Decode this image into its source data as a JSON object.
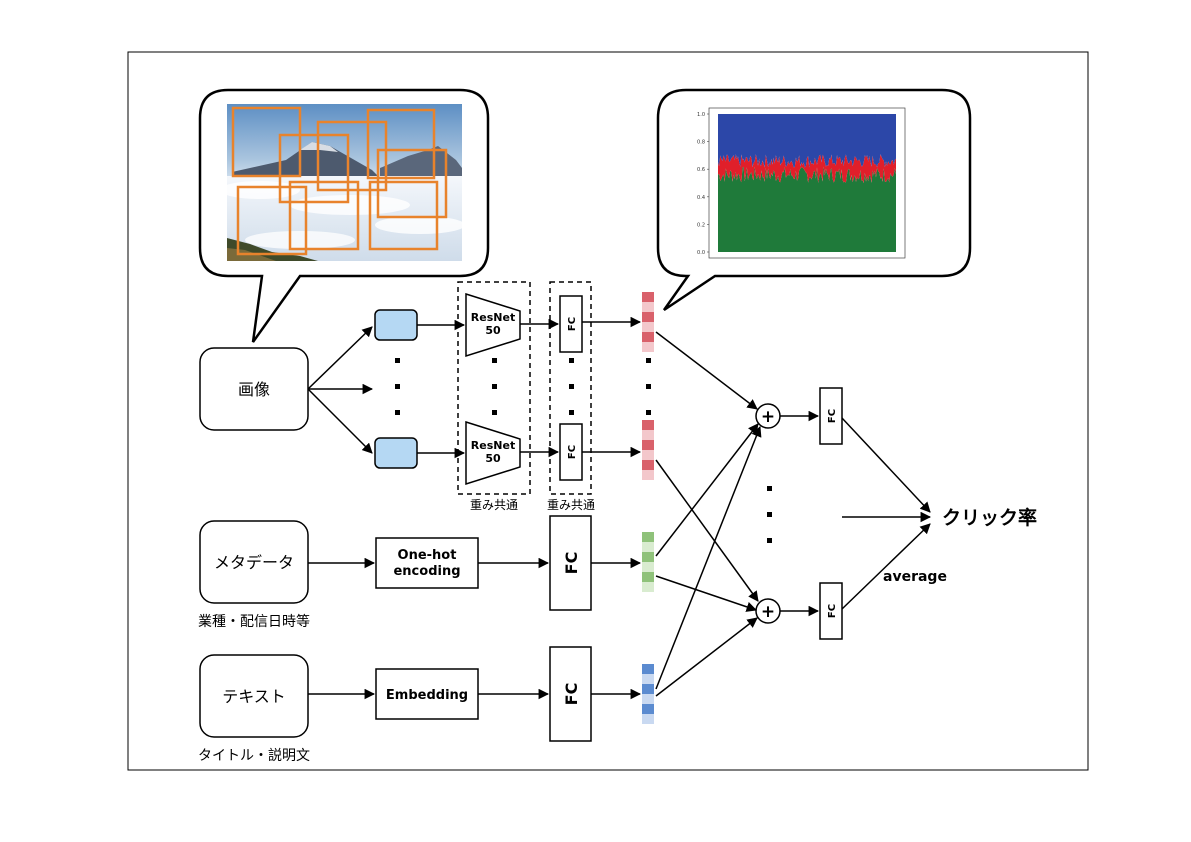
{
  "labels": {
    "image": "画像",
    "metadata": "メタデータ",
    "metadata_sub": "業種・配信日時等",
    "text": "テキスト",
    "text_sub": "タイトル・説明文",
    "resnet_line1": "ResNet",
    "resnet_line2": "50",
    "fc": "FC",
    "shared_weights": "重み共通",
    "onehot_line1": "One-hot",
    "onehot_line2": "encoding",
    "embedding": "Embedding",
    "plus": "+",
    "average": "average",
    "click_rate": "クリック率",
    "dot": "•"
  },
  "colors": {
    "image_feature": "#d9616b",
    "image_feature_light": "#f3c7cb",
    "meta_feature": "#8fc27a",
    "meta_feature_light": "#d9ecd0",
    "text_feature": "#5b8bd0",
    "text_feature_light": "#c9d9f1",
    "crop_box": "#e8832c",
    "node_fill": "#b5d8f3"
  },
  "chart_data": {
    "type": "area",
    "xlabel": "",
    "ylabel": "",
    "ylim": [
      0,
      1.0
    ],
    "y_ticks": [
      "0.0",
      "0.2",
      "0.4",
      "0.6",
      "0.8",
      "1.0"
    ],
    "series": [
      {
        "color": "#1f7a3a",
        "approx_level": 0.56
      },
      {
        "color": "#e01f2a",
        "approx_level": 0.66
      },
      {
        "color": "#2c47a8",
        "approx_level": 1.0
      }
    ]
  }
}
